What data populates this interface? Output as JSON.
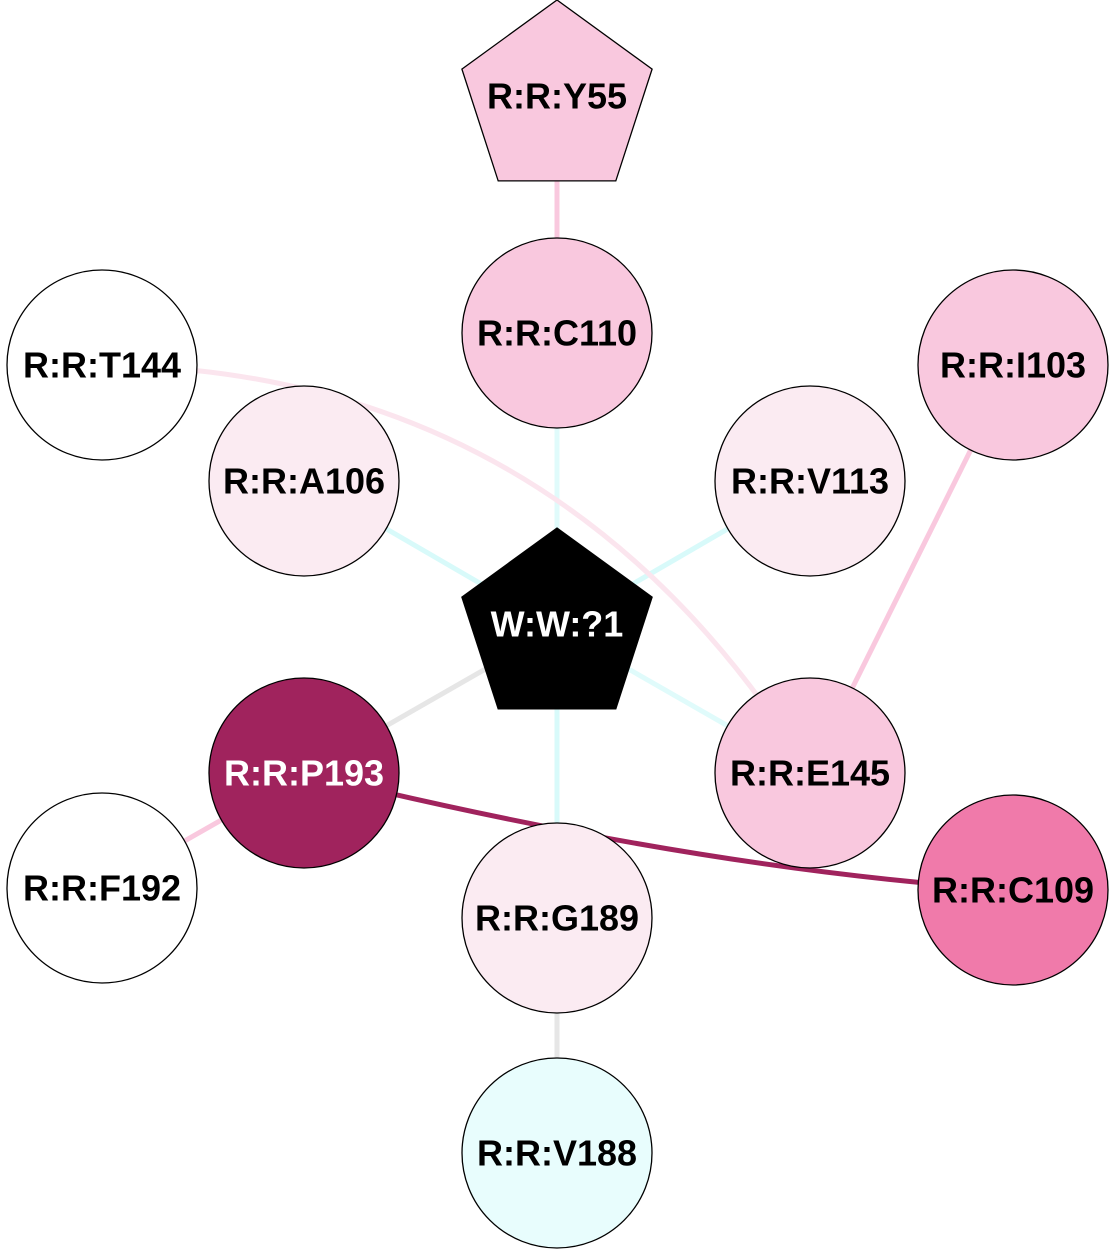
{
  "title": "Residue interaction network",
  "nodes": [
    {
      "id": "Y55",
      "label": "R:R:Y55",
      "shape": "pentagon",
      "fill": "#f9c8de",
      "text": "#000000"
    },
    {
      "id": "C110",
      "label": "R:R:C110",
      "shape": "circle",
      "fill": "#f9c8de",
      "text": "#000000"
    },
    {
      "id": "T144",
      "label": "R:R:T144",
      "shape": "circle",
      "fill": "#ffffff",
      "text": "#000000"
    },
    {
      "id": "I103",
      "label": "R:R:I103",
      "shape": "circle",
      "fill": "#f9c8de",
      "text": "#000000"
    },
    {
      "id": "A106",
      "label": "R:R:A106",
      "shape": "circle",
      "fill": "#fbebf2",
      "text": "#000000"
    },
    {
      "id": "V113",
      "label": "R:R:V113",
      "shape": "circle",
      "fill": "#fbebf2",
      "text": "#000000"
    },
    {
      "id": "W1",
      "label": "W:W:?1",
      "shape": "pentagon",
      "fill": "#000000",
      "text": "#ffffff"
    },
    {
      "id": "P193",
      "label": "R:R:P193",
      "shape": "circle",
      "fill": "#a0235d",
      "text": "#ffffff"
    },
    {
      "id": "E145",
      "label": "R:R:E145",
      "shape": "circle",
      "fill": "#f9c8de",
      "text": "#000000"
    },
    {
      "id": "F192",
      "label": "R:R:F192",
      "shape": "circle",
      "fill": "#ffffff",
      "text": "#000000"
    },
    {
      "id": "C109",
      "label": "R:R:C109",
      "shape": "circle",
      "fill": "#f07aaa",
      "text": "#000000"
    },
    {
      "id": "G189",
      "label": "R:R:G189",
      "shape": "circle",
      "fill": "#fbebf2",
      "text": "#000000"
    },
    {
      "id": "V188",
      "label": "R:R:V188",
      "shape": "circle",
      "fill": "#e8fdfd",
      "text": "#000000"
    }
  ],
  "edges": [
    {
      "source": "Y55",
      "target": "C110",
      "color": "#f9c8de"
    },
    {
      "source": "C110",
      "target": "W1",
      "color": "#e0fbfb"
    },
    {
      "source": "A106",
      "target": "W1",
      "color": "#d8fafa"
    },
    {
      "source": "V113",
      "target": "W1",
      "color": "#d8fafa"
    },
    {
      "source": "T144",
      "target": "E145",
      "color": "#fbe5ee"
    },
    {
      "source": "I103",
      "target": "E145",
      "color": "#f9c8de"
    },
    {
      "source": "W1",
      "target": "P193",
      "color": "#e6e6e6"
    },
    {
      "source": "W1",
      "target": "E145",
      "color": "#e0fbfb"
    },
    {
      "source": "W1",
      "target": "G189",
      "color": "#d8fafa"
    },
    {
      "source": "P193",
      "target": "F192",
      "color": "#f9c8de"
    },
    {
      "source": "P193",
      "target": "C109",
      "color": "#a0235d"
    },
    {
      "source": "G189",
      "target": "V188",
      "color": "#e6e6e6"
    }
  ]
}
